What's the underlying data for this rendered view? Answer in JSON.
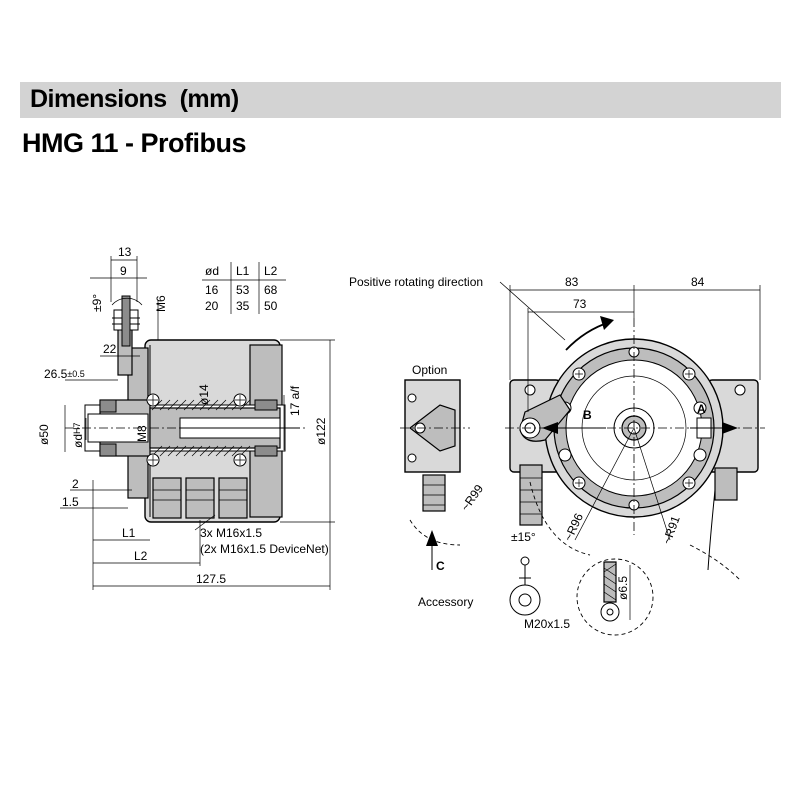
{
  "header": {
    "title": "Dimensions  (mm)"
  },
  "product": {
    "title": "HMG 11 - Profibus"
  },
  "table": {
    "headers": [
      "ød",
      "L1",
      "L2"
    ],
    "rows": [
      [
        "16",
        "53",
        "68"
      ],
      [
        "20",
        "35",
        "50"
      ]
    ]
  },
  "side_view": {
    "dim_13": "13",
    "dim_9": "9",
    "angle": "±9°",
    "thread_m6": "M6",
    "dim_22": "22",
    "dim_26_5": "26.5",
    "tol_26_5": "±0.5",
    "dia_50": "ø50",
    "dia_d": "ød",
    "tol_d": "H7",
    "thread_m8": "M8",
    "dia_14": "ø14",
    "af_17": "17 a/f",
    "dia_122": "ø122",
    "dim_2": "2",
    "dim_1_5": "1.5",
    "dim_l1": "L1",
    "dim_l2": "L2",
    "dim_127_5": "127.5",
    "glands_1": "3x M16x1.5",
    "glands_2": "(2x M16x1.5 DeviceNet)"
  },
  "front_view": {
    "rotation_label": "Positive rotating direction",
    "dim_83": "83",
    "dim_84": "84",
    "dim_73": "73",
    "label_a": "A",
    "label_b": "B",
    "label_c": "C",
    "option_label": "Option",
    "r99": "~R99",
    "r96": "~R96",
    "r91": "~R91",
    "angle_15": "±15°",
    "accessory_label": "Accessory",
    "thread_m20": "M20x1.5",
    "dia_6_5": "ø6.5"
  }
}
